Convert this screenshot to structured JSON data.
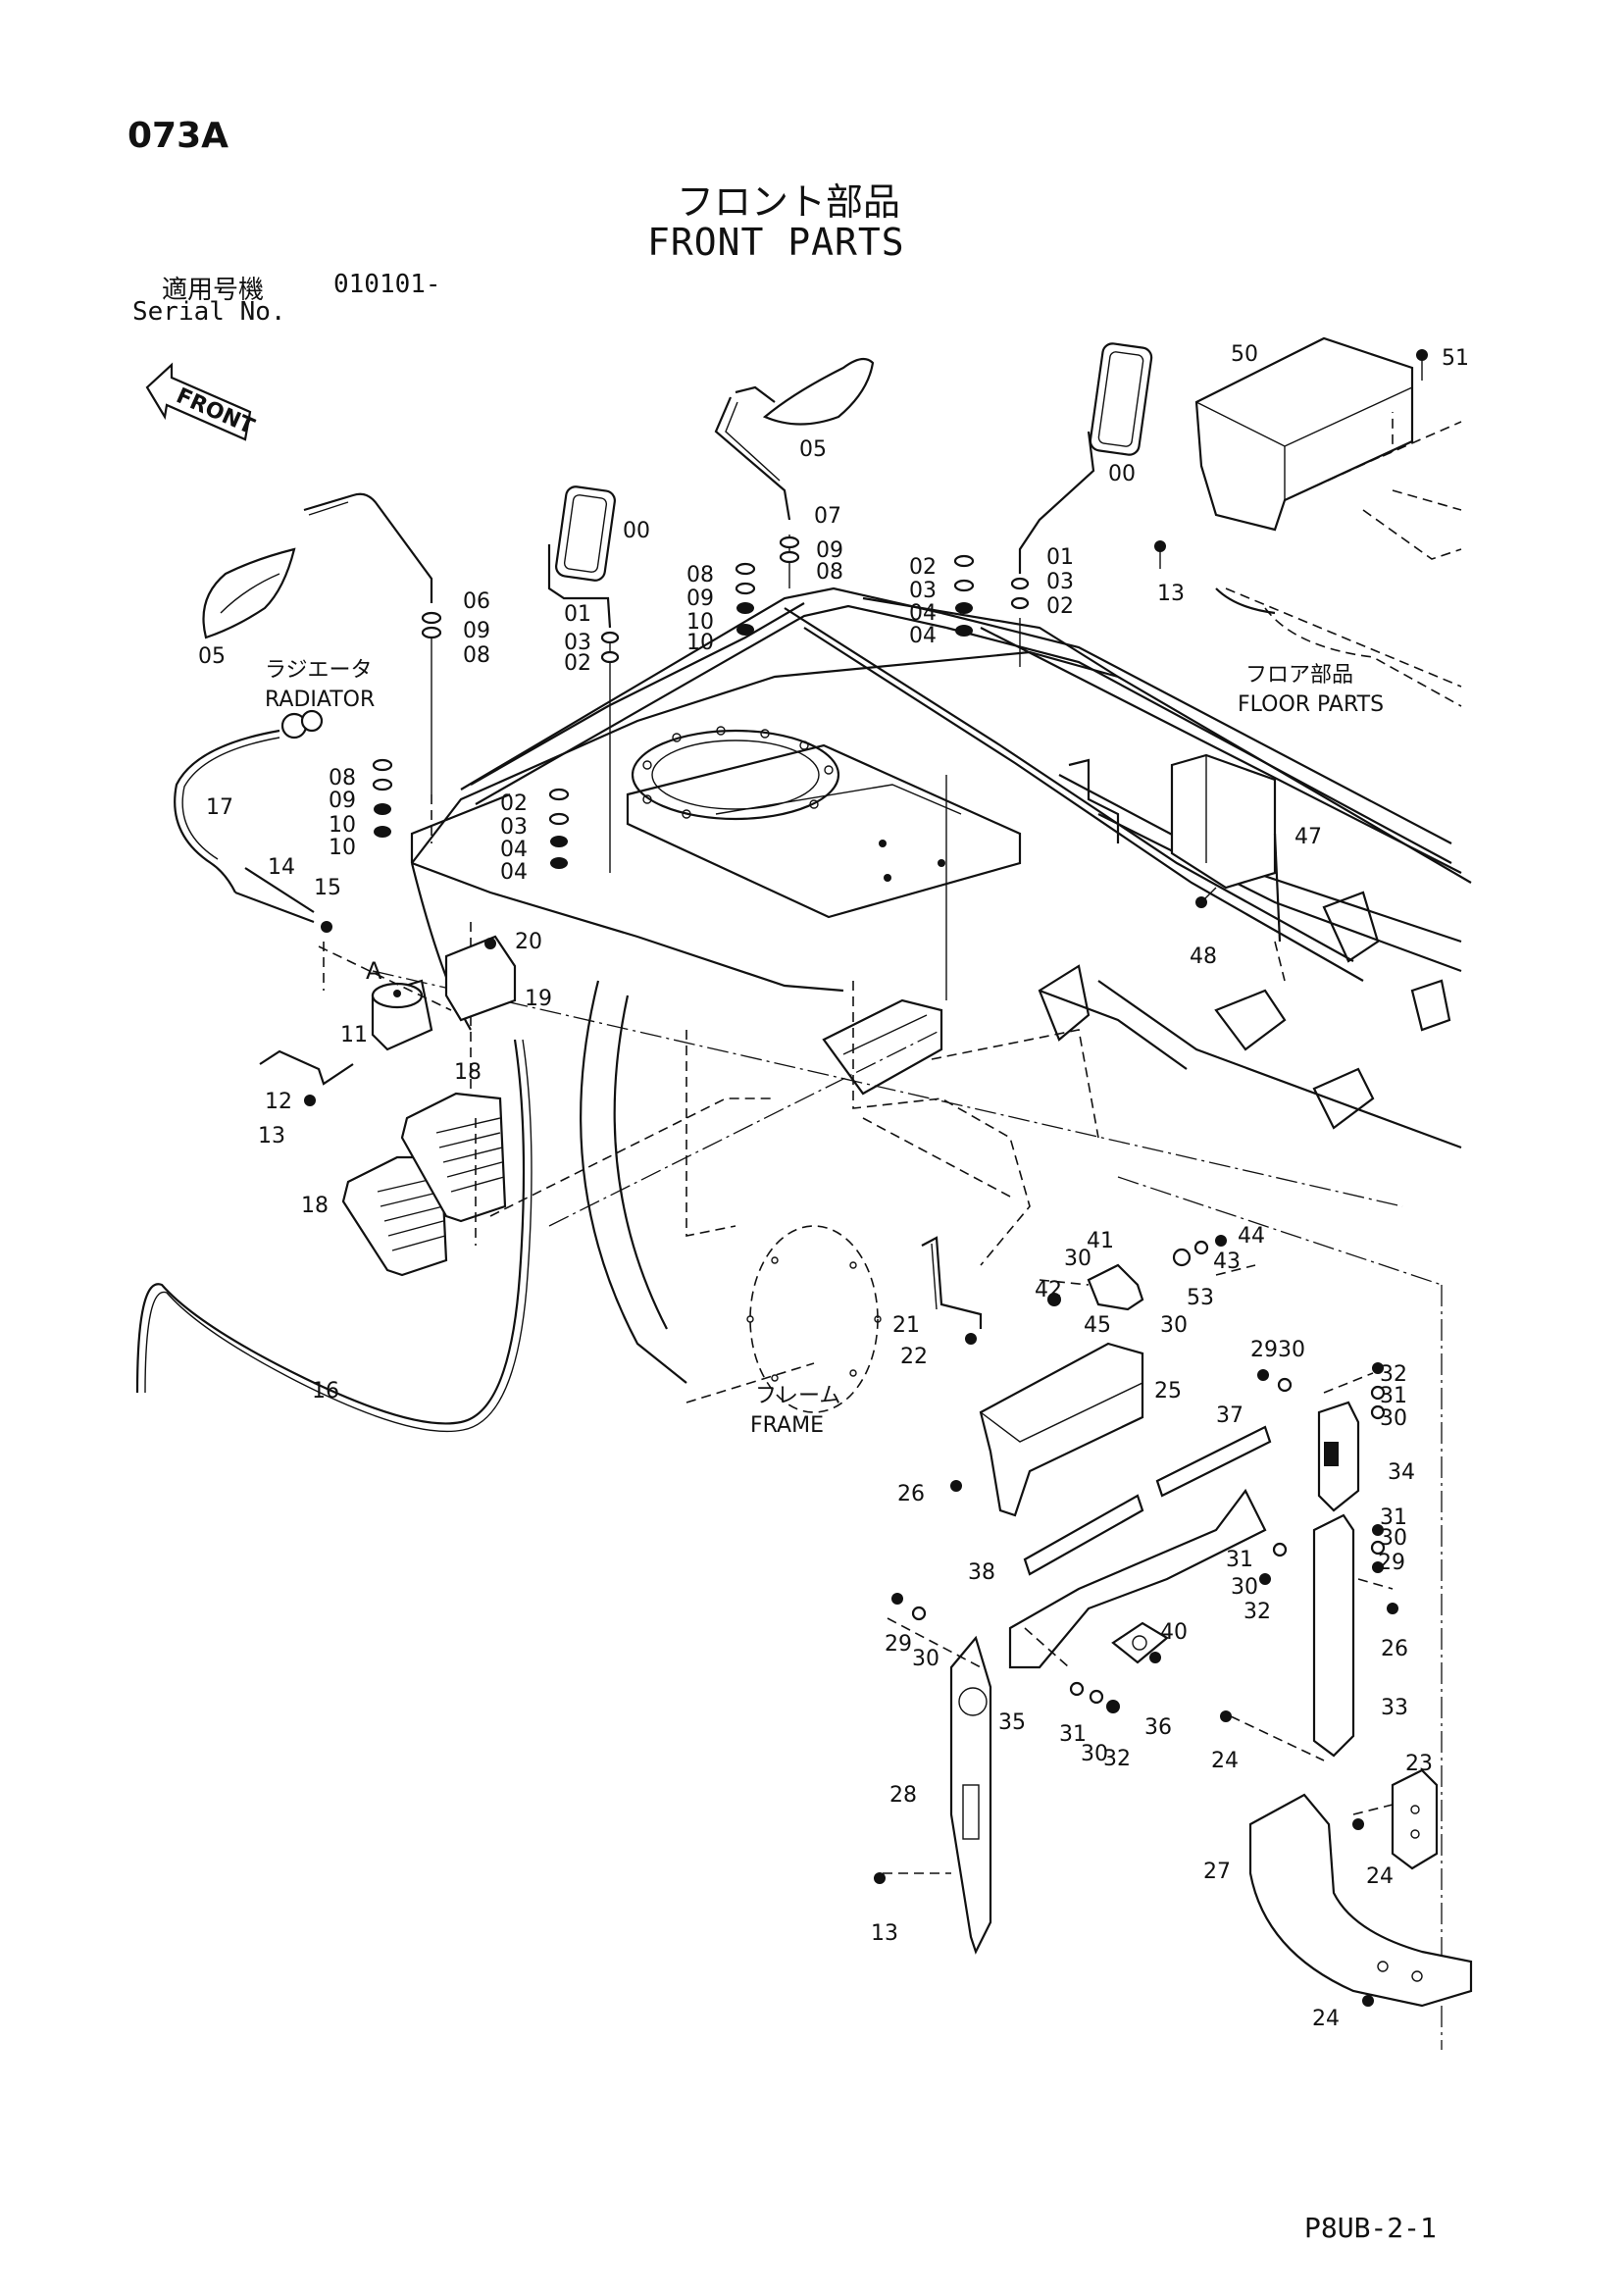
{
  "header": {
    "page_code": "073A",
    "title_jp": "フロント部品",
    "title_en": "FRONT PARTS",
    "serial_label_jp": "適用号機",
    "serial_value": "010101-",
    "serial_label_en": "Serial No."
  },
  "front_arrow_label": "FRONT",
  "section_labels": {
    "radiator_jp": "ラジエータ",
    "radiator_en": "RADIATOR",
    "floor_jp": "フロア部品",
    "floor_en": "FLOOR PARTS",
    "frame_jp": "フレーム",
    "frame_en": "FRAME",
    "detail_a": "A"
  },
  "callouts": [
    "05",
    "06",
    "09",
    "08",
    "00",
    "01",
    "03",
    "02",
    "05",
    "07",
    "09",
    "08",
    "08",
    "09",
    "10",
    "10",
    "02",
    "03",
    "04",
    "04",
    "00",
    "01",
    "03",
    "02",
    "50",
    "51",
    "13",
    "08",
    "09",
    "10",
    "10",
    "02",
    "03",
    "04",
    "04",
    "17",
    "14",
    "15",
    "20",
    "19",
    "11",
    "12",
    "13",
    "18",
    "18",
    "16",
    "47",
    "48",
    "41",
    "30",
    "42",
    "45",
    "44",
    "43",
    "53",
    "30",
    "21",
    "22",
    "25",
    "26",
    "29",
    "30",
    "32",
    "31",
    "30",
    "37",
    "34",
    "38",
    "31",
    "30",
    "32",
    "31",
    "30",
    "29",
    "40",
    "26",
    "29",
    "30",
    "35",
    "36",
    "31",
    "30",
    "32",
    "33",
    "24",
    "28",
    "23",
    "27",
    "24",
    "13",
    "24"
  ],
  "footer": {
    "page_ref": "P8UB-2-1"
  }
}
